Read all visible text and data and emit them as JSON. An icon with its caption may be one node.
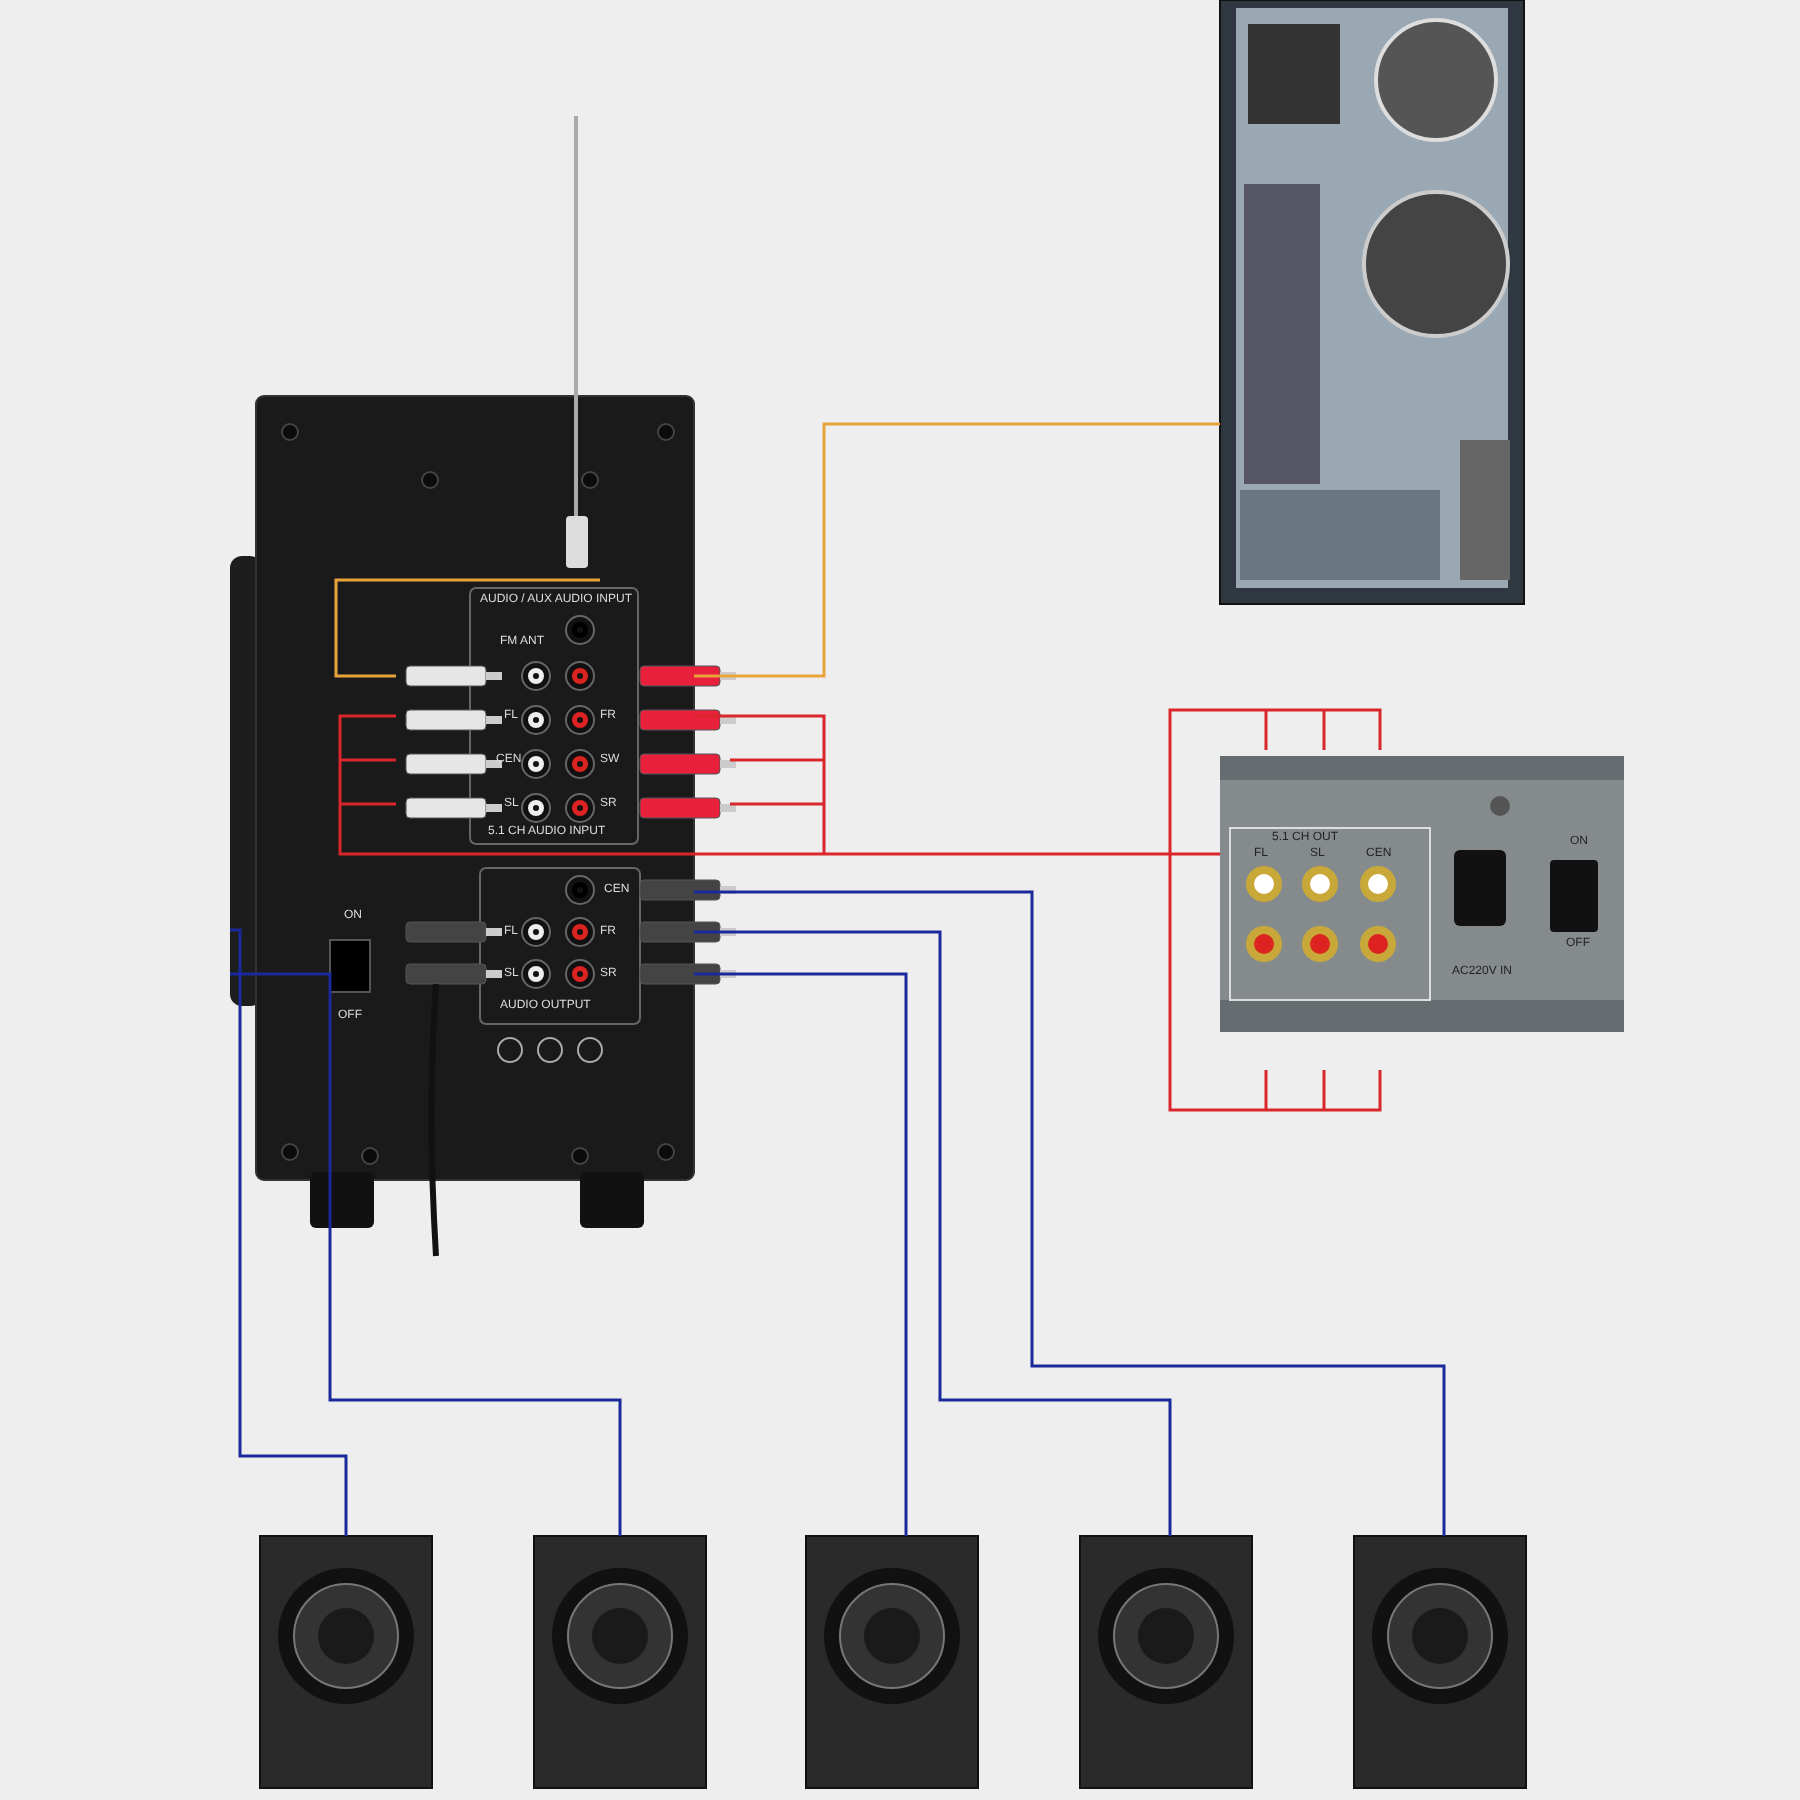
{
  "diagram": {
    "nodes": [
      {
        "text": [],
        "shape": "picture"
      },
      {
        "text": [],
        "shape": "picture"
      },
      {
        "text": [],
        "shape": "picture"
      },
      {
        "text": [],
        "shape": "picture"
      },
      {
        "text": [],
        "shape": "picture"
      },
      {
        "text": [],
        "shape": "picture"
      },
      {
        "text": [],
        "shape": "picture"
      },
      {
        "text": [],
        "shape": "picture"
      }
    ],
    "edges": [
      {
        "from": 1,
        "to": 0,
        "arrow": "none",
        "color": "#e8a33a"
      },
      {
        "from": 2,
        "to": 0,
        "arrow": "none",
        "color": "#d9262b"
      },
      {
        "from": 0,
        "to": 3,
        "arrow": "none"
      },
      {
        "from": 0,
        "to": 4,
        "arrow": "none"
      },
      {
        "from": 0,
        "to": 5,
        "arrow": "none"
      },
      {
        "from": 0,
        "to": 6,
        "arrow": "none"
      },
      {
        "from": 0,
        "to": 7,
        "arrow": "none"
      }
    ],
    "labels": [
      "AUDIO / AUX AUDIO INPUT",
      "FM ANT",
      "FL",
      "FR",
      "CEN",
      "SW",
      "SL",
      "SR",
      "5.1 CH AUDIO INPUT",
      "CEN",
      "FL",
      "FR",
      "SL",
      "SR",
      "AUDIO OUTPUT",
      "ON",
      "OFF",
      "5.1 CH OUT",
      "FL",
      "SL",
      "CEN",
      "ON",
      "OFF",
      "AC220V IN"
    ]
  }
}
